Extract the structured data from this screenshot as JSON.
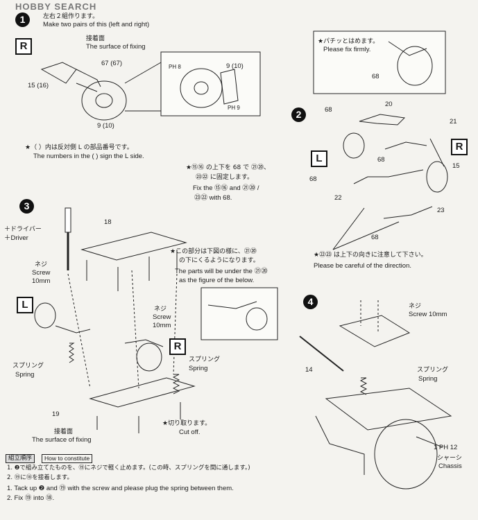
{
  "watermark": "HOBBY SEARCH",
  "steps": {
    "s1": "1",
    "s2": "2",
    "s3": "3",
    "s4": "4"
  },
  "step1": {
    "jp_instruction": "左右２組作ります。",
    "en_instruction": "Make two pairs of this (left and right)",
    "side_label": "R",
    "surface_jp": "接着面",
    "surface_en": "The surface of fixing",
    "part_67": "67 (67)",
    "part_15": "15 (16)",
    "part_9": "9 (10)",
    "detail_ph8": "PH 8",
    "detail_9": "9 (10)",
    "detail_ph9": "PH 9"
  },
  "note_parens": {
    "jp": "★（ ）内は反対側 L の部品番号です。",
    "en": "The numbers in the ( ) sign the L side."
  },
  "step2": {
    "firm_jp": "★パチッとはめます。",
    "firm_en": "Please fix firmly.",
    "p68": "68",
    "p20": "20",
    "p21": "21",
    "p15": "15",
    "p22": "22",
    "p23": "23",
    "side_L": "L",
    "side_R": "R",
    "fix_jp_1": "★⑮⑯ の上下を 68 で ㉑⑳、",
    "fix_jp_2": "㉓㉒ に固定します。",
    "fix_en_1": "Fix the ⑮⑯ and ㉑⑳ /",
    "fix_en_2": "㉓㉒ with 68.",
    "dir_jp": "★㉒㉓ は上下の向きに注意して下さい。",
    "dir_en": "Please be careful of the direction."
  },
  "step3": {
    "driver_jp": "＋ドライバー",
    "driver_en": "＋Driver",
    "screw_jp": "ネジ",
    "screw_en": "Screw",
    "screw_size": "10mm",
    "side_L": "L",
    "side_R": "R",
    "p18": "18",
    "p19": "19",
    "under_jp_1": "★この部分は下図の様に、㉑⑳",
    "under_jp_2": "の下にくるようになります。",
    "under_en_1": "The parts will be under the ㉑⑳",
    "under_en_2": "as the figure of the below.",
    "spring_jp": "スプリング",
    "spring_en": "Spring",
    "surface_jp": "接着面",
    "surface_en": "The surface of fixing",
    "cut_jp": "★切り取ります。",
    "cut_en": "Cut off."
  },
  "step4": {
    "screw_jp": "ネジ",
    "screw_en": "Screw 10mm",
    "spring_jp": "スプリング",
    "spring_en": "Spring",
    "p14": "14",
    "chassis_part": "1 PH 12",
    "chassis_jp": "シャーシ",
    "chassis_en": "Chassis"
  },
  "footer": {
    "order_jp": "組立順序",
    "order_en": "How to constitute",
    "line1_jp": "1. ❷で組み立てたものを、⑲にネジで軽く止めます。(この時、スプリングを間に通します。)",
    "line2_jp": "2. ⑲に⑱を接着します。",
    "line1_en": "1. Tack up ❷ and ⑲ with the screw and please plug the spring between them.",
    "line2_en": "2. Fix ⑲ into ⑱."
  }
}
